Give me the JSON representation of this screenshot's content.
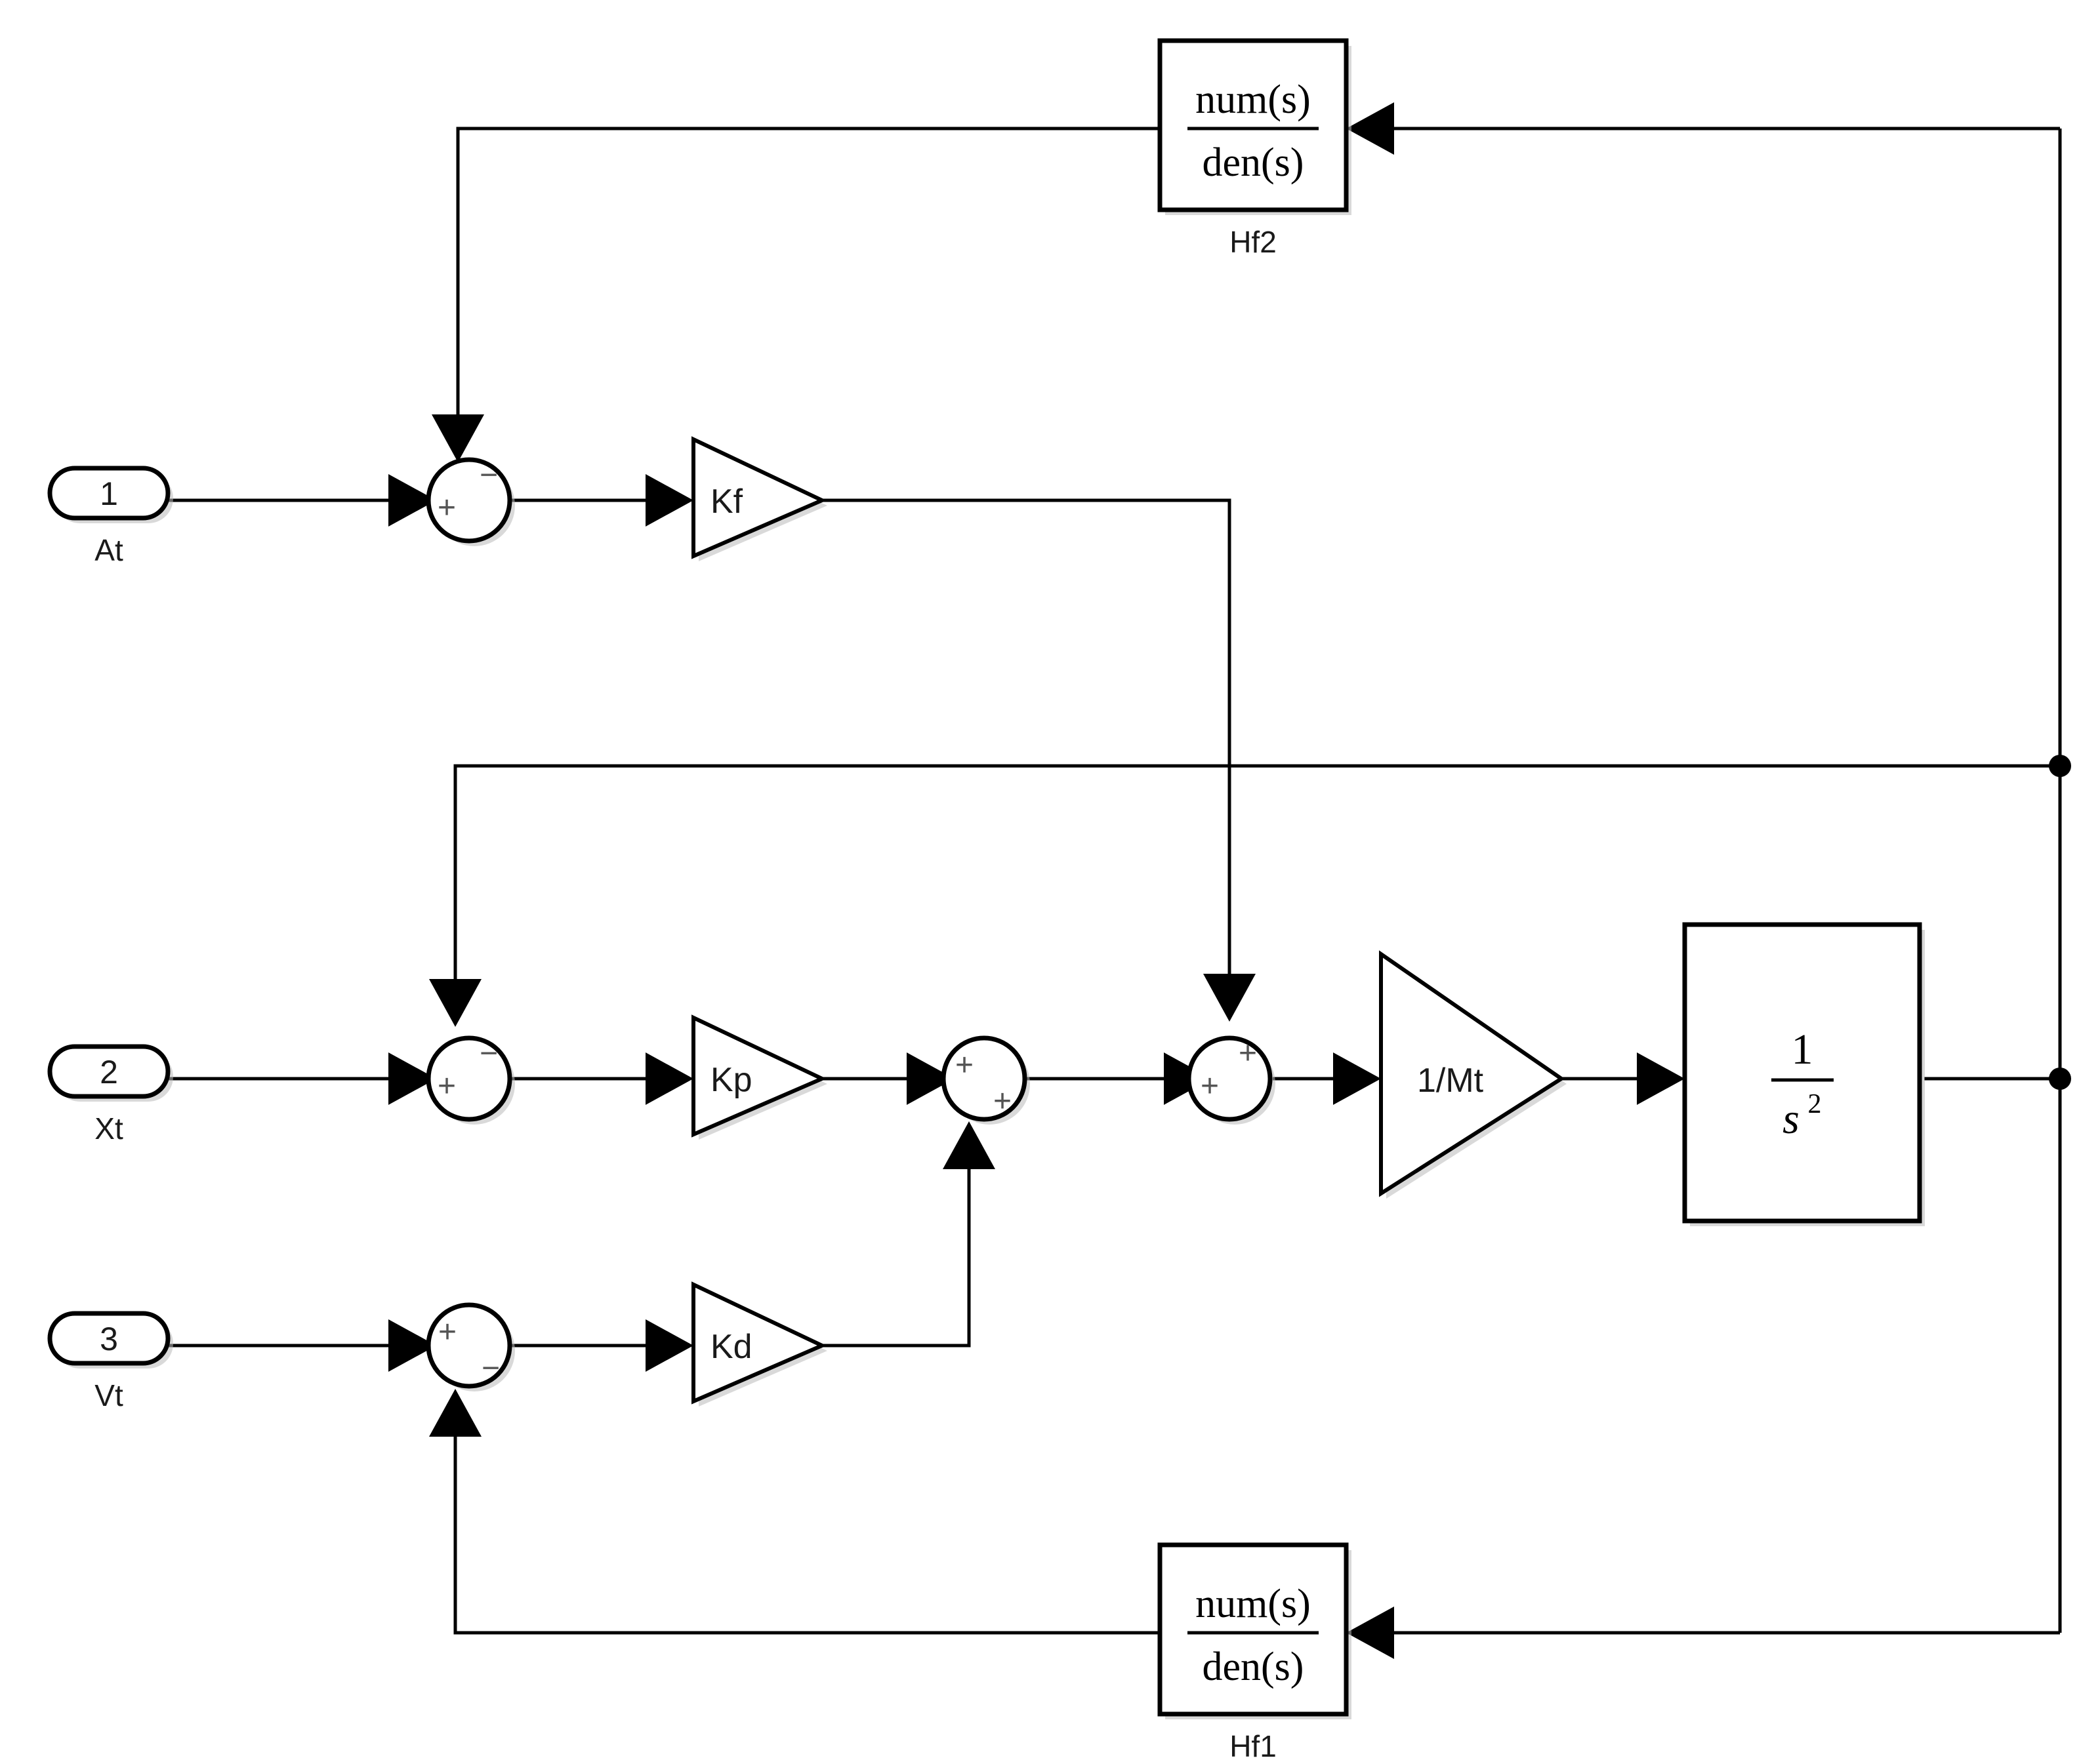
{
  "diagram": {
    "title": "Simulink block diagram",
    "background_color": "#ffffff",
    "line_color": "#000000",
    "sign_color": "#555555",
    "inports": [
      {
        "number": "1",
        "label": "At",
        "name": "inport-at"
      },
      {
        "number": "2",
        "label": "Xt",
        "name": "inport-xt"
      },
      {
        "number": "3",
        "label": "Vt",
        "name": "inport-vt"
      }
    ],
    "gains": [
      {
        "id": "kf",
        "text": "Kf"
      },
      {
        "id": "kp",
        "text": "Kp"
      },
      {
        "id": "kd",
        "text": "Kd"
      },
      {
        "id": "mt",
        "text": "1/Mt"
      }
    ],
    "transfer_functions": [
      {
        "id": "hf2",
        "numerator": "num(s)",
        "denominator": "den(s)",
        "label": "Hf2"
      },
      {
        "id": "hf1",
        "numerator": "num(s)",
        "denominator": "den(s)",
        "label": "Hf1"
      }
    ],
    "integrator": {
      "id": "integrator",
      "numerator": "1",
      "denominator_base": "s",
      "denominator_exponent": "2"
    },
    "sum_blocks": [
      {
        "id": "sum-at",
        "sign_a": "+",
        "sign_b": "−"
      },
      {
        "id": "sum-xt",
        "sign_a": "+",
        "sign_b": "−"
      },
      {
        "id": "sum-vt",
        "sign_a": "+",
        "sign_b": "−"
      },
      {
        "id": "sum-pd",
        "sign_a": "+",
        "sign_b": "+"
      },
      {
        "id": "sum-force",
        "sign_a": "+",
        "sign_b": "+"
      }
    ]
  }
}
